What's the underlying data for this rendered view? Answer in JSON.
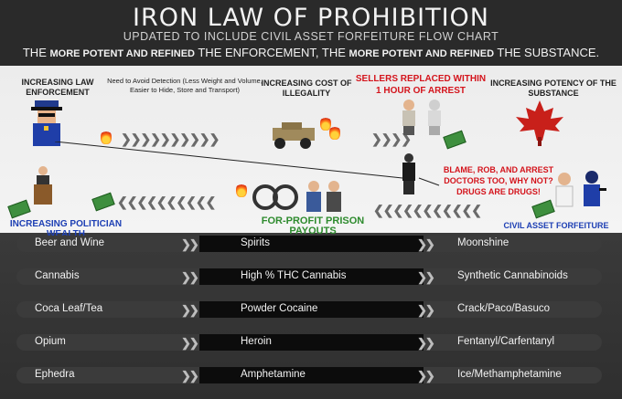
{
  "header": {
    "title": "IRON LAW OF PROHIBITION",
    "subtitle": "UPDATED TO INCLUDE CIVIL ASSET FORFEITURE FLOW CHART",
    "tagline": {
      "p1": "THE ",
      "b1": "MORE POTENT AND REFINED",
      "p2": " THE ENFORCEMENT, THE ",
      "b2": "MORE POTENT AND REFINED",
      "p3": " THE SUBSTANCE."
    }
  },
  "flow": {
    "enforcement": "INCREASING LAW ENFORCEMENT",
    "detection": "Need to Avoid Detection (Less Weight and Volume, Easier to Hide, Store and Transport)",
    "cost": "INCREASING COST OF ILLEGALITY",
    "sellers": "SELLERS REPLACED WITHIN 1 HOUR OF ARREST",
    "potency": "INCREASING POTENCY OF THE SUBSTANCE",
    "blame": "BLAME, ROB, AND ARREST DOCTORS TOO, WHY NOT? DRUGS ARE DRUGS!",
    "politician": "INCREASING POLITICIAN WEALTH",
    "prison": "FOR-PROFIT PRISON PAYOUTS",
    "forfeiture": "CIVIL ASSET FORFEITURE"
  },
  "table": [
    {
      "a": "Beer and Wine",
      "b": "Spirits",
      "c": "Moonshine"
    },
    {
      "a": "Cannabis",
      "b": "High % THC Cannabis",
      "c": "Synthetic Cannabinoids"
    },
    {
      "a": "Coca Leaf/Tea",
      "b": "Powder Cocaine",
      "c": "Crack/Paco/Basuco"
    },
    {
      "a": "Opium",
      "b": "Heroin",
      "c": "Fentanyl/Carfentanyl"
    },
    {
      "a": "Ephedra",
      "b": "Amphetamine",
      "c": "Ice/Methamphetamine"
    }
  ],
  "colors": {
    "alert": "#d4141c",
    "wealth": "#1d3fb4",
    "prison": "#2e8b2e",
    "leaf": "#c8201a"
  }
}
